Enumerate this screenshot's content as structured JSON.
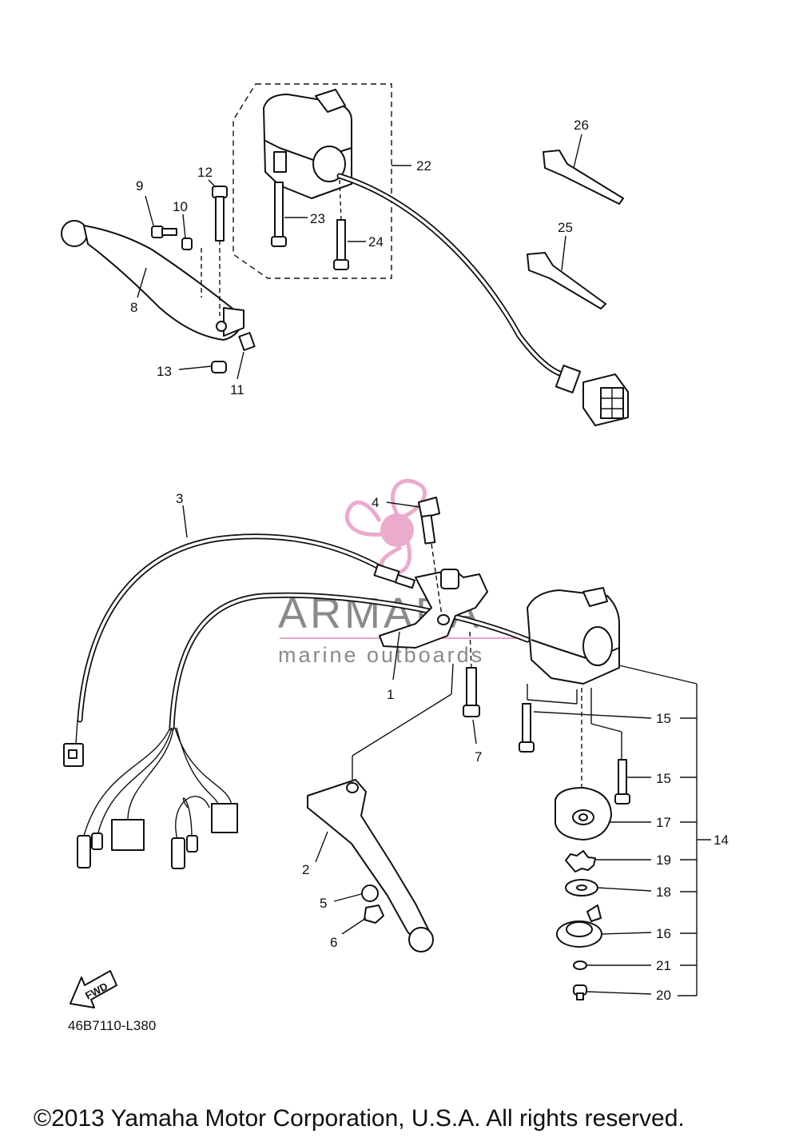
{
  "diagram": {
    "callouts": [
      {
        "num": "1"
      },
      {
        "num": "2"
      },
      {
        "num": "3"
      },
      {
        "num": "4"
      },
      {
        "num": "5"
      },
      {
        "num": "6"
      },
      {
        "num": "7"
      },
      {
        "num": "8"
      },
      {
        "num": "9"
      },
      {
        "num": "10"
      },
      {
        "num": "11"
      },
      {
        "num": "12"
      },
      {
        "num": "13"
      },
      {
        "num": "14"
      },
      {
        "num": "15"
      },
      {
        "num": "15"
      },
      {
        "num": "16"
      },
      {
        "num": "17"
      },
      {
        "num": "18"
      },
      {
        "num": "19"
      },
      {
        "num": "20"
      },
      {
        "num": "21"
      },
      {
        "num": "22"
      },
      {
        "num": "23"
      },
      {
        "num": "24"
      },
      {
        "num": "25"
      },
      {
        "num": "26"
      }
    ],
    "fwd_label": "FWD",
    "drawing_code": "46B7110-L380"
  },
  "watermark": {
    "brand": "ARMADA",
    "tagline": "marine outboards",
    "logo_icon": "propeller-logo-icon",
    "color": "#e8a3c8"
  },
  "footer": {
    "copyright": "©2013 Yamaha Motor Corporation, U.S.A. All rights reserved."
  }
}
